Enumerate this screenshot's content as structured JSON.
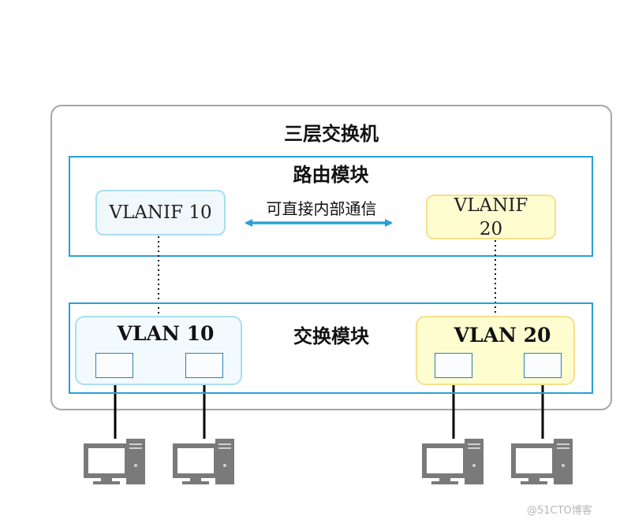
{
  "switch": {
    "title": "三层交换机"
  },
  "routing_module": {
    "title": "路由模块",
    "vlanif_left": "VLANIF 10",
    "vlanif_right": "VLANIF 20",
    "comm_label": "可直接内部通信"
  },
  "switching_module": {
    "title": "交换模块",
    "vlan_left": "VLAN 10",
    "vlan_right": "VLAN 20"
  },
  "watermark": "@51CTO博客",
  "colors": {
    "module_border": "#29a0d6",
    "arrow": "#29a0d6",
    "vlan10_fill": "#f3fafd",
    "vlan10_border": "#a8dff0",
    "vlan20_fill": "#fefdd0",
    "vlan20_border": "#f6df8e",
    "switch_border": "#a6a6a6",
    "pc_gray": "#7a7a7a"
  }
}
